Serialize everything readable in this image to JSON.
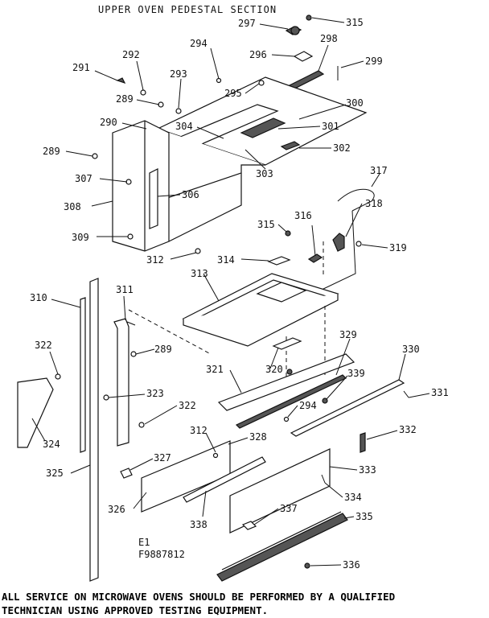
{
  "title": "UPPER OVEN PEDESTAL SECTION",
  "code_line1": "E1",
  "code_line2": "F9887812",
  "notice_line1": "ALL SERVICE ON MICROWAVE OVENS SHOULD BE PERFORMED BY A QUALIFIED",
  "notice_line2": "TECHNICIAN USING APPROVED TESTING EQUIPMENT.",
  "part_numbers": [
    "297",
    "315",
    "296",
    "298",
    "299",
    "294",
    "292",
    "293",
    "291",
    "295",
    "289",
    "300",
    "290",
    "304",
    "301",
    "302",
    "303",
    "317",
    "289",
    "307",
    "306",
    "308",
    "316",
    "318",
    "315",
    "319",
    "309",
    "312",
    "314",
    "313",
    "311",
    "310",
    "289",
    "329",
    "330",
    "322",
    "339",
    "321",
    "320",
    "323",
    "331",
    "324",
    "294",
    "322",
    "332",
    "312",
    "328",
    "327",
    "325",
    "333",
    "326",
    "334",
    "338",
    "337",
    "335",
    "336"
  ]
}
